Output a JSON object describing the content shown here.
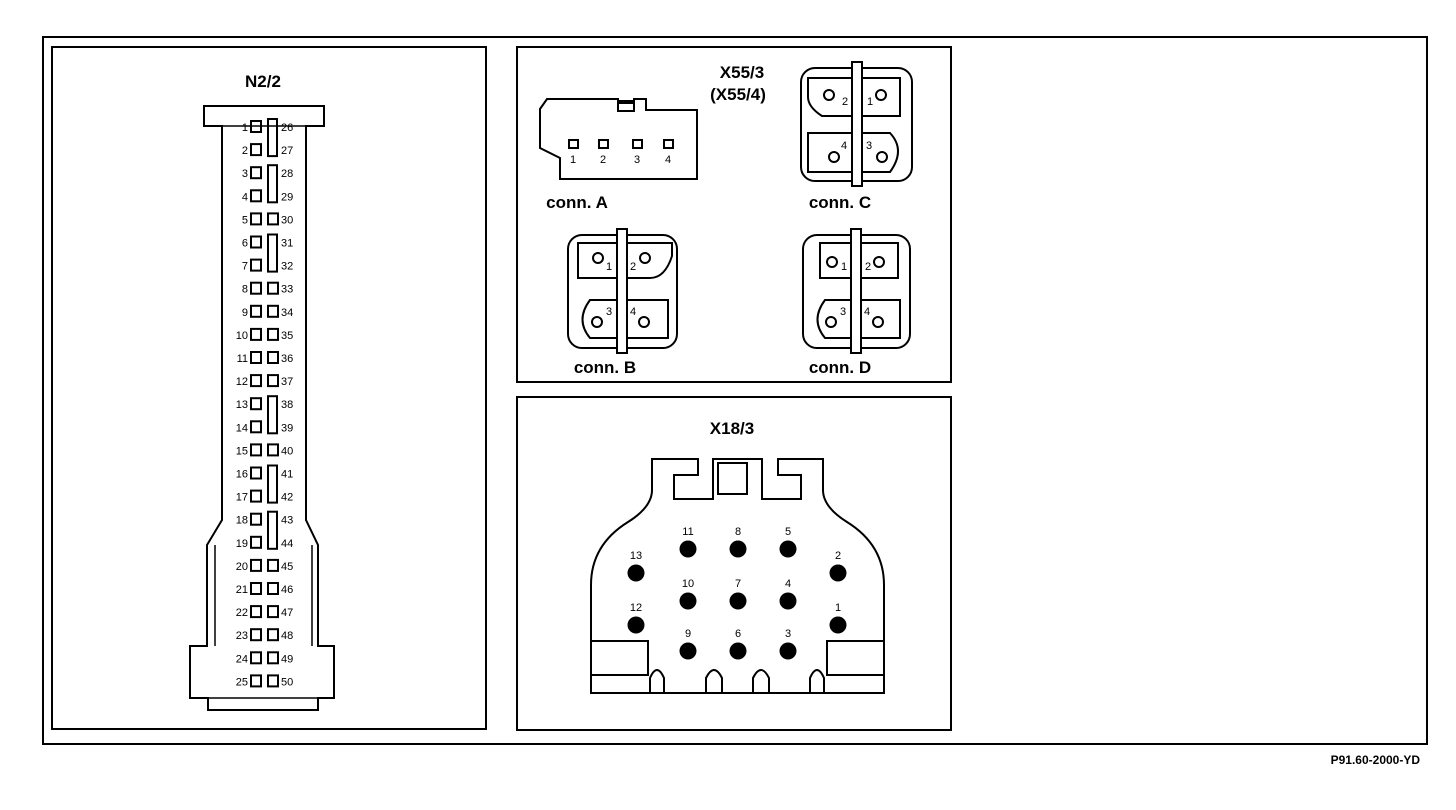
{
  "figure_code": "P91.60-2000-YD",
  "n2_2": {
    "title": "N2/2",
    "left_pins": [
      "1",
      "2",
      "3",
      "4",
      "5",
      "6",
      "7",
      "8",
      "9",
      "10",
      "11",
      "12",
      "13",
      "14",
      "15",
      "16",
      "17",
      "18",
      "19",
      "20",
      "21",
      "22",
      "23",
      "24",
      "25"
    ],
    "right_pins": [
      "26",
      "27",
      "28",
      "29",
      "30",
      "31",
      "32",
      "33",
      "34",
      "35",
      "36",
      "37",
      "38",
      "39",
      "40",
      "41",
      "42",
      "43",
      "44",
      "45",
      "46",
      "47",
      "48",
      "49",
      "50"
    ]
  },
  "x55": {
    "title": "X55/3",
    "subtitle": "(X55/4)",
    "conn_a": {
      "label": "conn. A",
      "pins": [
        "1",
        "2",
        "3",
        "4"
      ]
    },
    "conn_b": {
      "label": "conn. B",
      "pins": [
        "1",
        "2",
        "3",
        "4"
      ]
    },
    "conn_c": {
      "label": "conn. C",
      "pins": [
        "1",
        "2",
        "3",
        "4"
      ]
    },
    "conn_d": {
      "label": "conn. D",
      "pins": [
        "1",
        "2",
        "3",
        "4"
      ]
    }
  },
  "x18_3": {
    "title": "X18/3",
    "pins": [
      "1",
      "2",
      "3",
      "4",
      "5",
      "6",
      "7",
      "8",
      "9",
      "10",
      "11",
      "12",
      "13"
    ]
  }
}
